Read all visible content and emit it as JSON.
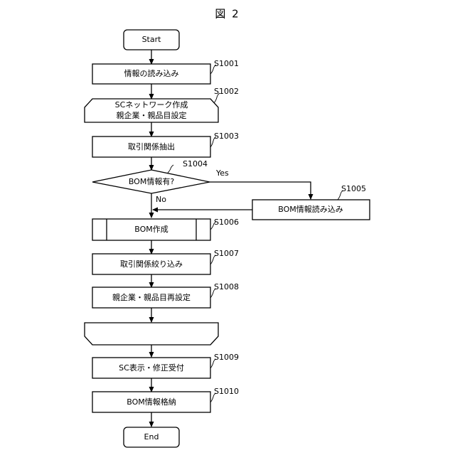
{
  "title": "図 2",
  "nodes": {
    "start": {
      "label": "Start"
    },
    "s1001": {
      "label": "情報の読み込み",
      "step": "S1001"
    },
    "s1002": {
      "line1": "SCネットワーク作成",
      "line2": "親企業・親品目設定",
      "step": "S1002"
    },
    "s1003": {
      "label": "取引関係抽出",
      "step": "S1003"
    },
    "s1004": {
      "label": "BOM情報有?",
      "step": "S1004"
    },
    "s1005": {
      "label": "BOM情報読み込み",
      "step": "S1005"
    },
    "s1006": {
      "label": "BOM作成",
      "step": "S1006"
    },
    "s1007": {
      "label": "取引関係絞り込み",
      "step": "S1007"
    },
    "s1008": {
      "label": "親企業・親品目再設定",
      "step": "S1008"
    },
    "loop_end": {
      "label": ""
    },
    "s1009": {
      "label": "SC表示・修正受付",
      "step": "S1009"
    },
    "s1010": {
      "label": "BOM情報格納",
      "step": "S1010"
    },
    "end": {
      "label": "End"
    }
  },
  "edges": {
    "yes_label": "Yes",
    "no_label": "No"
  }
}
